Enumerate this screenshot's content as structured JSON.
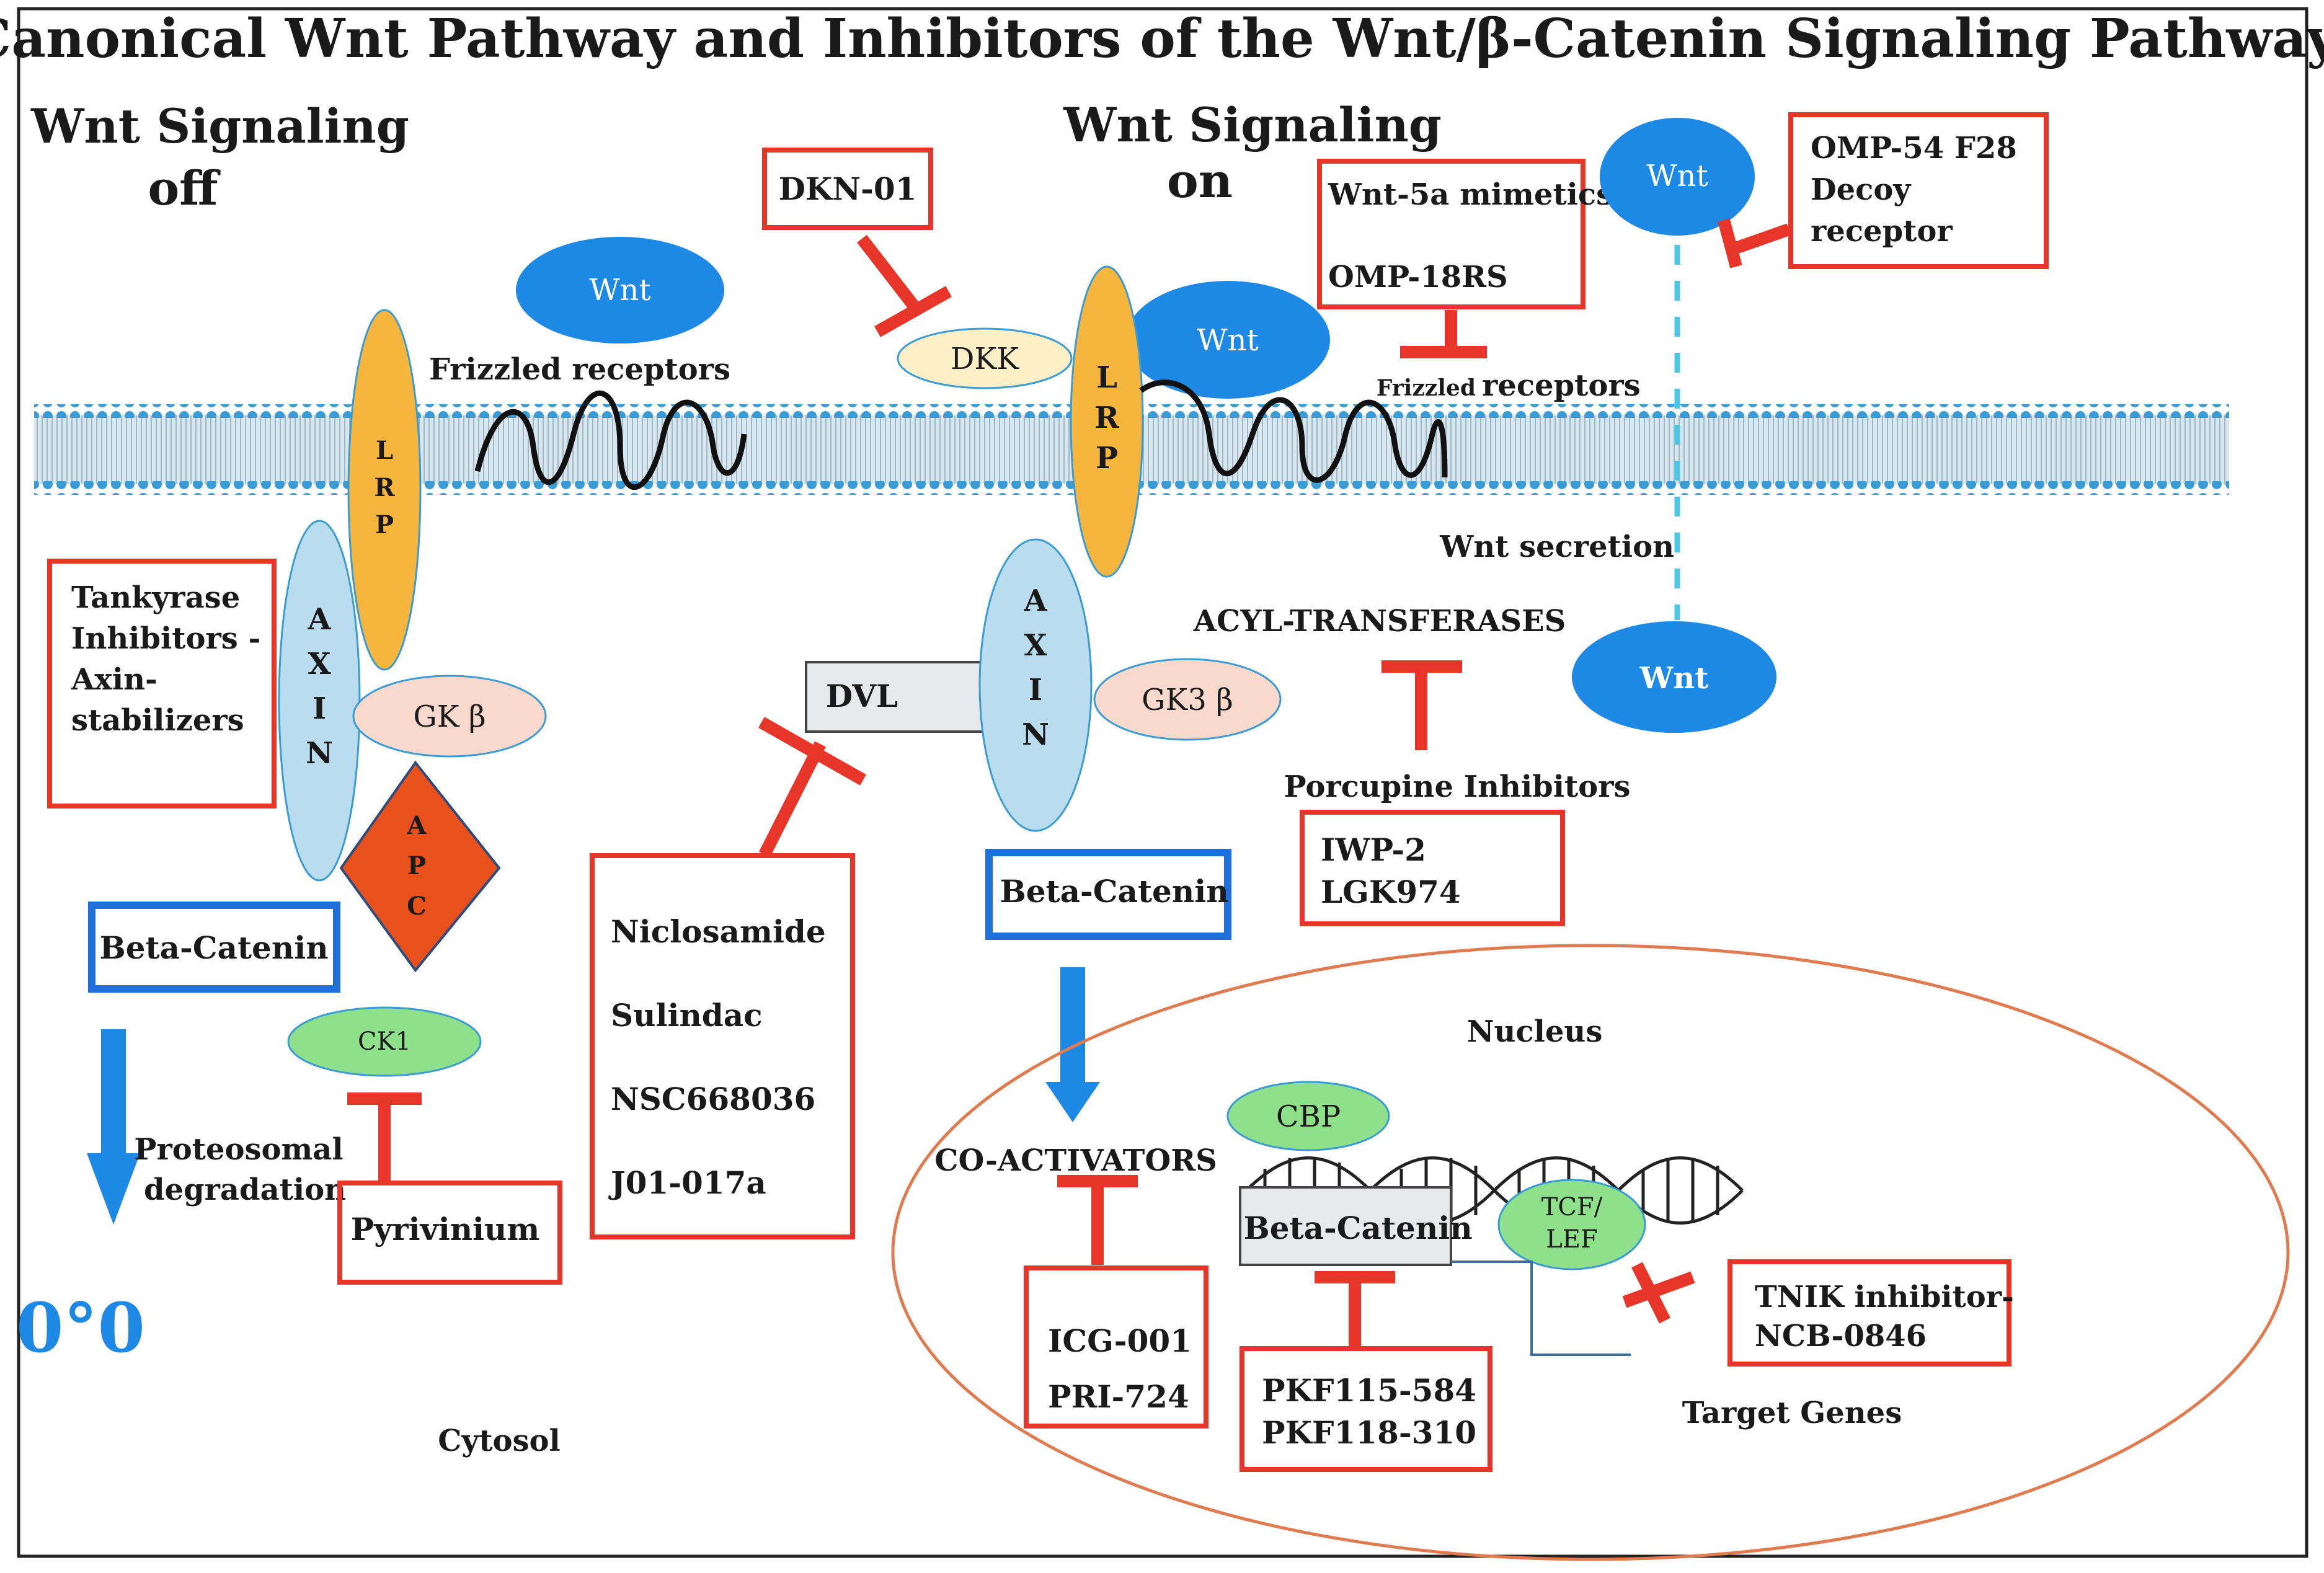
{
  "title": "Canonical Wnt Pathway and  Inhibitors of  the Wnt/β-Catenin Signaling Pathway",
  "left_panel": {
    "heading_line1": "Wnt Signaling",
    "heading_line2": "off",
    "wnt_label": "Wnt",
    "frizzled_label": "Frizzled receptors",
    "lrp_letters": [
      "L",
      "R",
      "P"
    ],
    "axin_letters": [
      "A",
      "X",
      "I",
      "N"
    ],
    "gk_label": "GK β",
    "apc_letters": [
      "A",
      "P",
      "C"
    ],
    "beta_catenin": "Beta-Catenin",
    "ck1": "CK1",
    "proteosomal_line1": "Proteosomal",
    "proteosomal_line2": "degradation",
    "degraded_fragments": "0°0",
    "cytosol": "Cytosol",
    "tankyrase_lines": [
      "Tankyrase",
      "Inhibitors -",
      "Axin-",
      "stabilizers"
    ],
    "pyrivinium": "Pyrivinium"
  },
  "middle": {
    "dkn01": "DKN-01",
    "dkk": "DKK",
    "dvl": "DVL",
    "dvl_inhibitors": [
      "Niclosamide",
      "Sulindac",
      "NSC668036",
      "J01-017a"
    ]
  },
  "right_panel": {
    "heading_line1": "Wnt Signaling",
    "heading_line2": "on",
    "wnt_label": "Wnt",
    "lrp_letters": [
      "L",
      "R",
      "P"
    ],
    "axin_letters": [
      "A",
      "X",
      "I",
      "N"
    ],
    "gk3_label": "GK3 β",
    "frizzled_small": "Frizzled",
    "frizzled_rest": "receptors",
    "wnt5a_box": [
      "Wnt-5a mimetics",
      "OMP-18RS"
    ],
    "omp54_box": [
      "OMP-54 F28",
      "Decoy",
      "receptor"
    ],
    "wnt_top": "Wnt",
    "wnt_secretion": "Wnt secretion",
    "acyl": "ACYL-TRANSFERASES",
    "wnt_bottom": "Wnt",
    "porcupine": "Porcupine Inhibitors",
    "porcupine_box": [
      "IWP-2",
      "LGK974"
    ],
    "beta_catenin": "Beta-Catenin"
  },
  "nucleus": {
    "label": "Nucleus",
    "cbp": "CBP",
    "coactivators": "CO-ACTIVATORS",
    "beta_catenin": "Beta-Catenin",
    "tcf_line1": "TCF/",
    "tcf_line2": "LEF",
    "target_genes": "Target Genes",
    "icg_box": [
      "ICG-001",
      "PRI-724"
    ],
    "pkf_box": [
      "PKF115-584",
      "PKF118-310"
    ],
    "tnik_box": [
      "TNIK inhibitor-",
      "NCB-0846"
    ]
  },
  "colors": {
    "inhibitor_red": "#e8352a",
    "wnt_blue": "#1e88e5",
    "lrp_orange": "#f6b53c",
    "axin_blue": "#b9dcef",
    "apc_orange": "#e8501c",
    "ck1_green": "#8fe08a",
    "gk_pink": "#f8d9cc",
    "dkk_cream": "#fdf0c8",
    "membrane_blue": "#3a9bd5",
    "nucleus_outline": "#e07a4f",
    "catenin_box_blue": "#1e6fd9"
  }
}
